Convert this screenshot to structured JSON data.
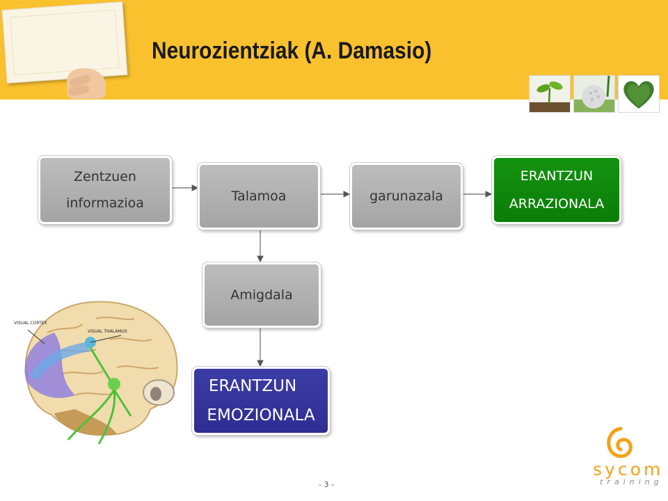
{
  "slide": {
    "title": "Neurozientziak (A. Damasio)",
    "page_number": "- 3 -"
  },
  "flow": {
    "sensory_info": [
      "Zentzuen",
      "informazioa"
    ],
    "thalamus": "Talamoa",
    "cortex": "garunazala",
    "rational_response": [
      "ERANTZUN",
      "ARRAZIONALA"
    ],
    "amygdala": "Amigdala",
    "emotional_response": [
      "ERANTZUN",
      "EMOZIONALA"
    ]
  },
  "brain_labels": {
    "visual_cortex": "VISUAL CORTEX",
    "visual_thalamus": "VISUAL THALAMUS"
  },
  "logo": {
    "word": "sycom",
    "sub": "training"
  },
  "colors": {
    "banner": "#f9c12e",
    "rational": "#0b7d08",
    "emotional": "#2d2d92",
    "gray_box": "#b0b0b0",
    "logo": "#f4a21b"
  },
  "icons": [
    "sprout-icon",
    "golf-ball-icon",
    "leaf-heart-icon"
  ]
}
